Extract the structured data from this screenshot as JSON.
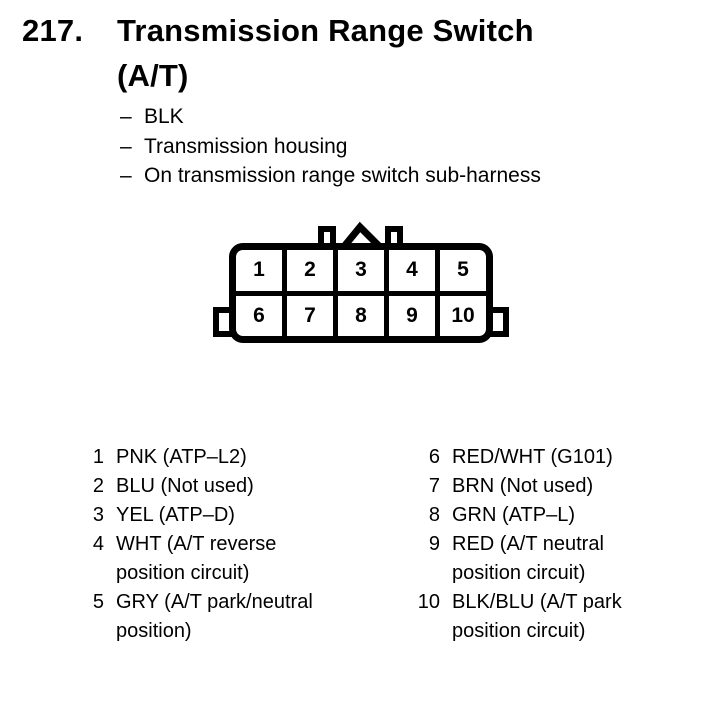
{
  "header": {
    "number": "217.",
    "title_lines": [
      "Transmission Range Switch",
      "(A/T)"
    ]
  },
  "notes": {
    "bullet": "–",
    "items": [
      "BLK",
      "Transmission housing",
      "On transmission range switch sub-harness"
    ]
  },
  "connector": {
    "top_row_pins": [
      "1",
      "2",
      "3",
      "4",
      "5"
    ],
    "bottom_row_pins": [
      "6",
      "7",
      "8",
      "9",
      "10"
    ]
  },
  "pin_list": {
    "left": [
      {
        "num": "1",
        "label": "PNK (ATP–L2)"
      },
      {
        "num": "2",
        "label": "BLU (Not used)"
      },
      {
        "num": "3",
        "label": "YEL (ATP–D)"
      },
      {
        "num": "4",
        "label": "WHT (A/T reverse position circuit)"
      },
      {
        "num": "5",
        "label": "GRY (A/T park/neutral position)"
      }
    ],
    "right": [
      {
        "num": "6",
        "label": "RED/WHT (G101)"
      },
      {
        "num": "7",
        "label": "BRN (Not used)"
      },
      {
        "num": "8",
        "label": "GRN (ATP–L)"
      },
      {
        "num": "9",
        "label": "RED (A/T neutral position circuit)"
      },
      {
        "num": "10",
        "label": "BLK/BLU (A/T park position circuit)"
      }
    ]
  },
  "colors": {
    "ink": "#000000",
    "paper": "#ffffff"
  }
}
